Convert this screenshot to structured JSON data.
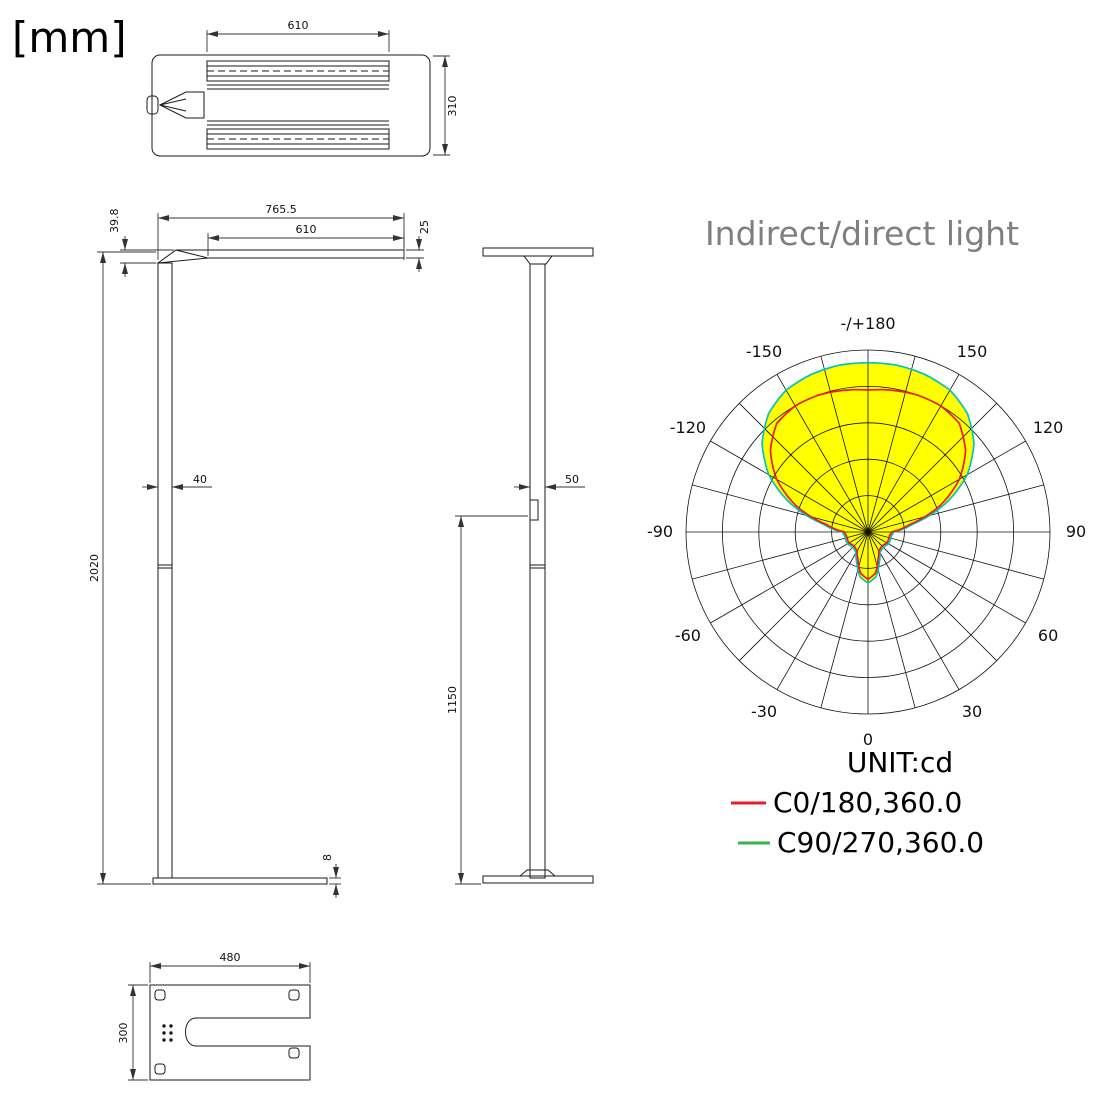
{
  "units_label": "[mm]",
  "drawings": {
    "top_view": {
      "width": "610",
      "depth": "310"
    },
    "front_view": {
      "head_total_width": "765.5",
      "head_width": "610",
      "head_left_height": "39.8",
      "head_thickness": "25",
      "pole_width": "40",
      "total_height": "2020",
      "base_plate_thickness": "8"
    },
    "side_view": {
      "pole_depth": "50",
      "switch_height": "1150"
    },
    "base_view": {
      "width": "480",
      "depth": "300"
    }
  },
  "chart_data": {
    "type": "polar",
    "title": "Indirect/direct light",
    "unit_label": "UNIT:cd",
    "r_max": 400,
    "rings": 5,
    "spoke_step_deg": 15,
    "angle_convention": "0 = down (nadir), 180 = up (zenith), positive right / negative left",
    "angle_labels": [
      {
        "label": "-/+180",
        "angle": 180
      },
      {
        "label": "150",
        "angle": 150
      },
      {
        "label": "120",
        "angle": 120
      },
      {
        "label": "90",
        "angle": 90
      },
      {
        "label": "60",
        "angle": 60
      },
      {
        "label": "30",
        "angle": 30
      },
      {
        "label": "0",
        "angle": 0
      },
      {
        "label": "-30",
        "angle": -30
      },
      {
        "label": "-60",
        "angle": -60
      },
      {
        "label": "-90",
        "angle": -90
      },
      {
        "label": "-120",
        "angle": -120
      },
      {
        "label": "-150",
        "angle": -150
      }
    ],
    "series": [
      {
        "name": "C0/180,360.0",
        "color": "#ec1c24",
        "legend_color": "#ec1c24",
        "angles_deg": [
          0,
          10,
          20,
          30,
          40,
          50,
          60,
          70,
          80,
          90,
          100,
          110,
          120,
          130,
          140,
          150,
          160,
          170,
          180
        ],
        "values_cd": [
          104,
          92,
          64,
          48,
          44,
          44,
          48,
          48,
          48,
          52,
          92,
          168,
          232,
          280,
          312,
          320,
          320,
          316,
          312
        ]
      },
      {
        "name": "C90/270,360.0",
        "color": "#00c4bd",
        "legend_color": "#39b54a",
        "fill": "#ffff00",
        "angles_deg": [
          0,
          10,
          20,
          30,
          40,
          50,
          60,
          70,
          80,
          90,
          100,
          110,
          120,
          130,
          140,
          150,
          160,
          170,
          180
        ],
        "values_cd": [
          112,
          100,
          72,
          52,
          48,
          48,
          52,
          52,
          52,
          56,
          100,
          180,
          252,
          304,
          340,
          360,
          368,
          372,
          372
        ]
      }
    ]
  }
}
